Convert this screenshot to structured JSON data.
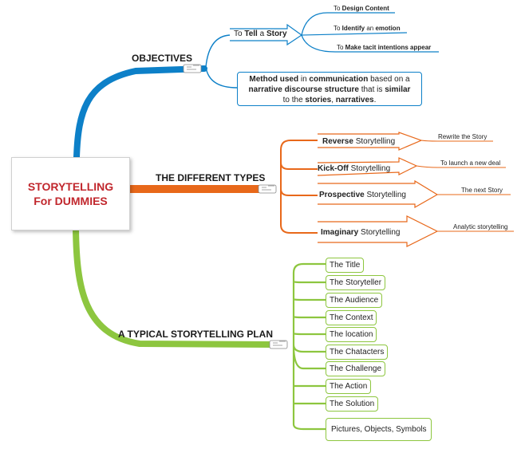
{
  "central": {
    "line1": "STORYTELLING",
    "line2": "For DUMMIES"
  },
  "objectives": {
    "title": "OBJECTIVES",
    "tell": {
      "pre": "To ",
      "bold": "Tell",
      "mid": " a ",
      "bold2": "Story"
    },
    "subs": [
      {
        "pre": "To ",
        "bold": "Design Content",
        "post": ""
      },
      {
        "pre": "To ",
        "bold": "Identify",
        "mid": " an ",
        "bold2": "emotion"
      },
      {
        "pre": "To ",
        "bold": "Make tacit intentions appear",
        "post": ""
      }
    ],
    "definition": {
      "p1b": "Method used",
      "p1": " in ",
      "p1b2": "communication",
      "p1e": " based on a",
      "p2b": "narrative discourse structure",
      "p2": " that is ",
      "p2b2": "similar",
      "p3": "to the ",
      "p3b": "stories",
      "p3m": ", ",
      "p3b2": "narratives",
      "p3e": "."
    }
  },
  "types": {
    "title": "THE DIFFERENT TYPES",
    "items": [
      {
        "bold": "Reverse",
        "rest": " Storytelling",
        "note": "Rewrite the Story"
      },
      {
        "bold": "Kick-Off",
        "rest": " Storytelling",
        "note": "To launch a new deal"
      },
      {
        "bold": "Prospective",
        "rest": " Storytelling",
        "note": "The next Story"
      },
      {
        "bold": "Imaginary",
        "rest": " Storytelling",
        "note": "Analytic storytelling"
      }
    ]
  },
  "plan": {
    "title": "A TYPICAL STORYTELLING PLAN",
    "items": [
      "The Title",
      "The Storyteller",
      "The Audience",
      "The Context",
      "The location",
      "The Chatacters",
      "The Challenge",
      "The Action",
      "The Solution",
      "Pictures, Objects, Symbols"
    ]
  },
  "colors": {
    "objectives": "#0d80c8",
    "types": "#e8681a",
    "plan": "#8dc63f",
    "central_text": "#c1272d"
  }
}
